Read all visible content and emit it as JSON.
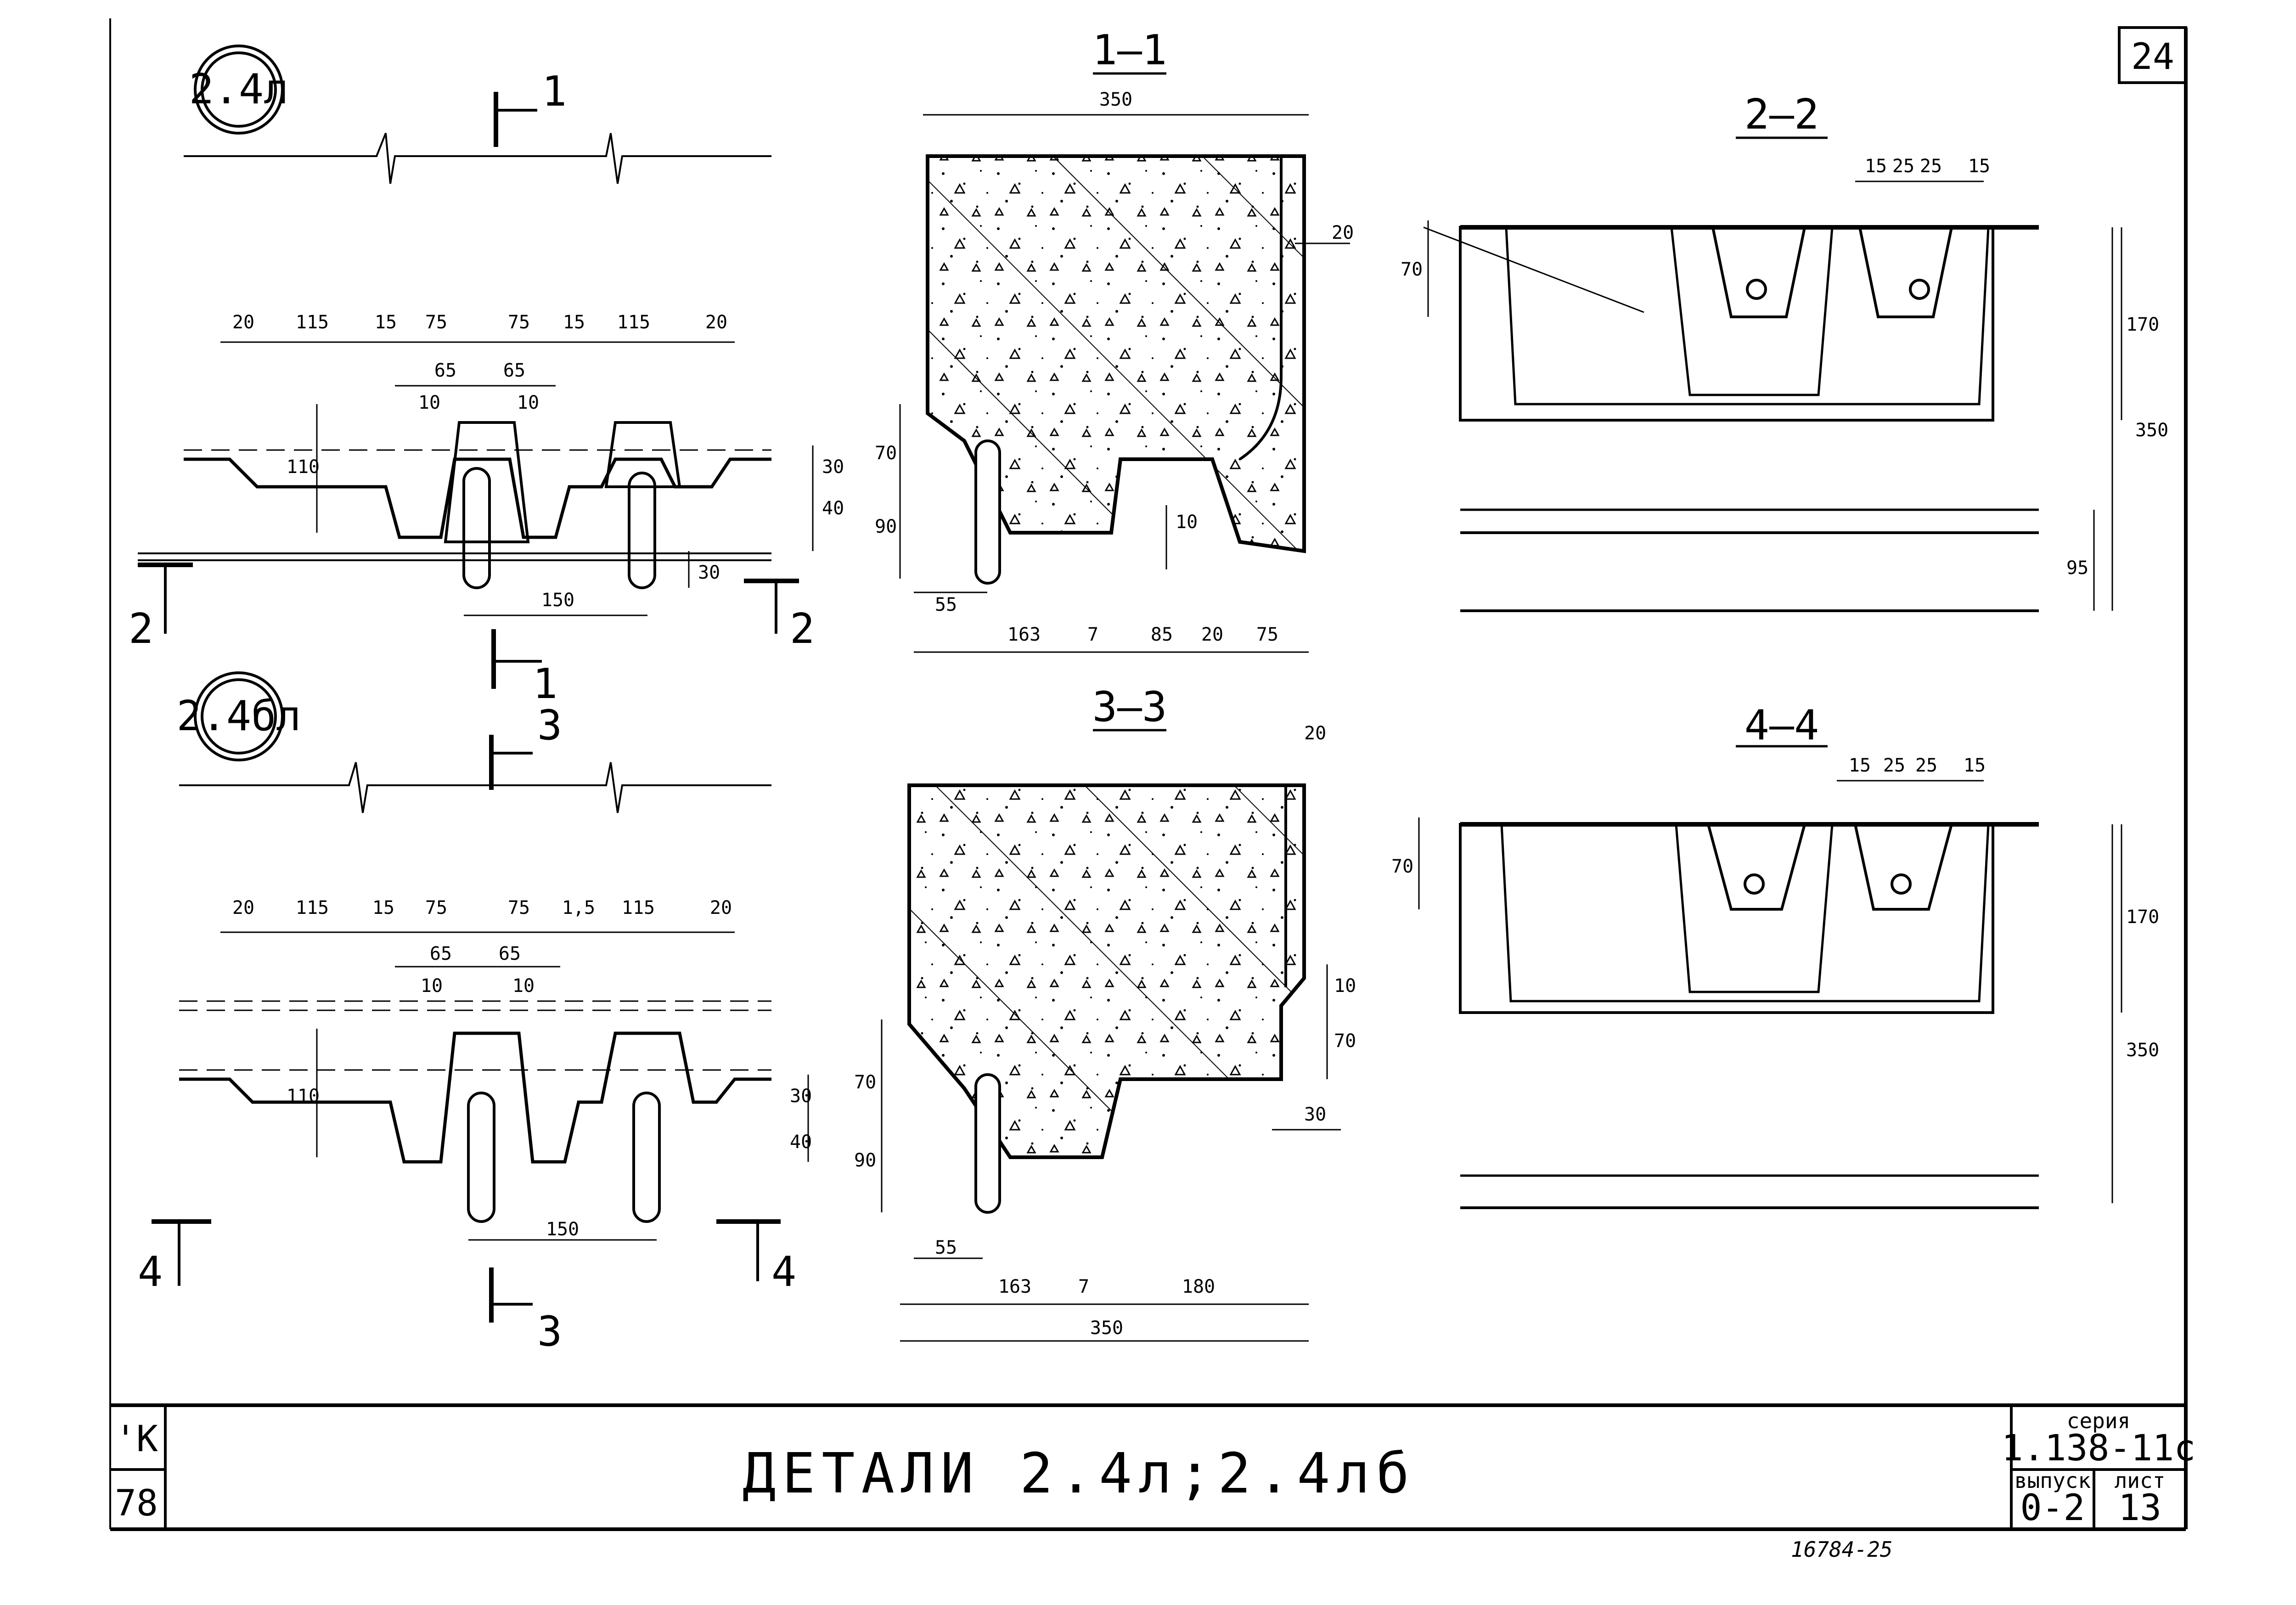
{
  "sheet": {
    "number": "24",
    "title": "ДЕТАЛИ 2.4л;2.4лб",
    "archive": "16784-25",
    "left_code_top": "'К",
    "left_code_bottom": "78"
  },
  "title_block": {
    "series_label": "серия",
    "series_value": "1.138-11с",
    "issue_label": "выпуск",
    "issue_value": "0-2",
    "sheet_label": "лист",
    "sheet_value": "13"
  },
  "details": {
    "detail_a": "2.4л",
    "detail_b": "2.4бл"
  },
  "sections": {
    "s11": "1—1",
    "s22": "2—2",
    "s33": "3—3",
    "s44": "4—4",
    "mark_1": "1",
    "mark_2": "2",
    "mark_3": "3",
    "mark_4": "4"
  },
  "dims_plan_a": {
    "top": [
      "20",
      "115",
      "15",
      "75",
      "75",
      "15",
      "115",
      "20"
    ],
    "d65a": "65",
    "d65b": "65",
    "d10a": "10",
    "d10b": "10",
    "h110": "110",
    "h30": "30",
    "h40": "40",
    "h30b": "30",
    "w150": "150"
  },
  "dims_plan_b": {
    "top": [
      "20",
      "115",
      "15",
      "75",
      "75",
      "1,5",
      "115",
      "20"
    ],
    "d65a": "65",
    "d65b": "65",
    "d10a": "10",
    "d10b": "10",
    "h110": "110",
    "h30": "30",
    "h40": "40",
    "w150": "150"
  },
  "dims_s11": {
    "w350": "350",
    "d20": "20",
    "h70": "70",
    "h90": "90",
    "h10": "10",
    "bottom": [
      "163",
      "7",
      "85",
      "20",
      "75"
    ],
    "d55": "55"
  },
  "dims_s33": {
    "d20": "20",
    "h10": "10",
    "h70r": "70",
    "d30": "30",
    "h70": "70",
    "h90": "90",
    "d55": "55",
    "bottom": [
      "163",
      "7",
      "180"
    ],
    "w350": "350"
  },
  "dims_s22": {
    "top": [
      "15",
      "25",
      "25",
      "15"
    ],
    "h70": "70",
    "h170": "170",
    "h350": "350",
    "h95": "95"
  },
  "dims_s44": {
    "top": [
      "15",
      "25",
      "25",
      "15"
    ],
    "h70": "70",
    "h170": "170",
    "h350": "350"
  }
}
